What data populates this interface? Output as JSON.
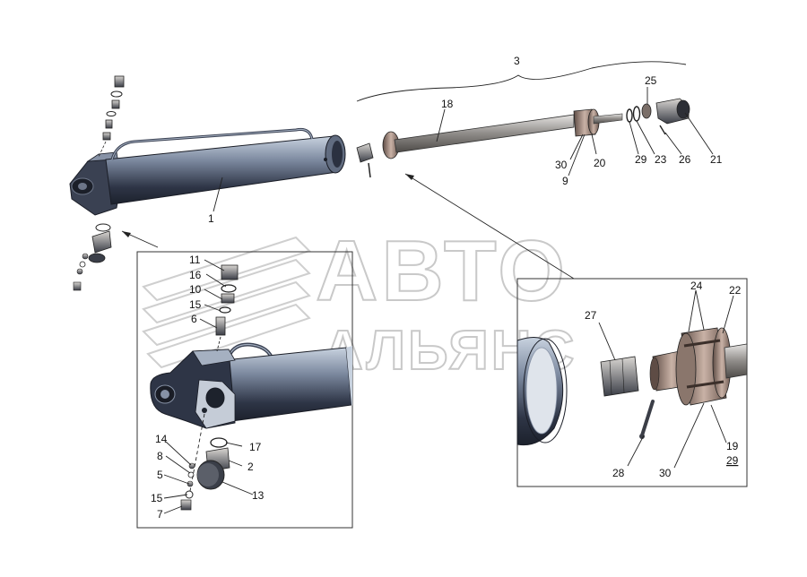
{
  "watermark": {
    "line1": "АВТО",
    "line2": "АЛЬЯНС"
  },
  "group_label": "3",
  "callouts": {
    "main": [
      "1",
      "18",
      "25",
      "21",
      "26",
      "23",
      "29",
      "20",
      "30",
      "9"
    ],
    "left_inset": [
      "11",
      "16",
      "10",
      "15",
      "6",
      "17",
      "2",
      "13",
      "14",
      "8",
      "5",
      "15",
      "7"
    ],
    "right_inset": [
      "24",
      "22",
      "27",
      "28",
      "30",
      "19",
      "29"
    ]
  },
  "colors": {
    "cylinder_dark": "#2a3040",
    "cylinder_mid": "#6f7d93",
    "cylinder_light": "#b8c3d2",
    "rod": "#9c9a98",
    "bronze": "#b39a8e",
    "inset_border": "#333333",
    "watermark": "#c9c9c9"
  }
}
